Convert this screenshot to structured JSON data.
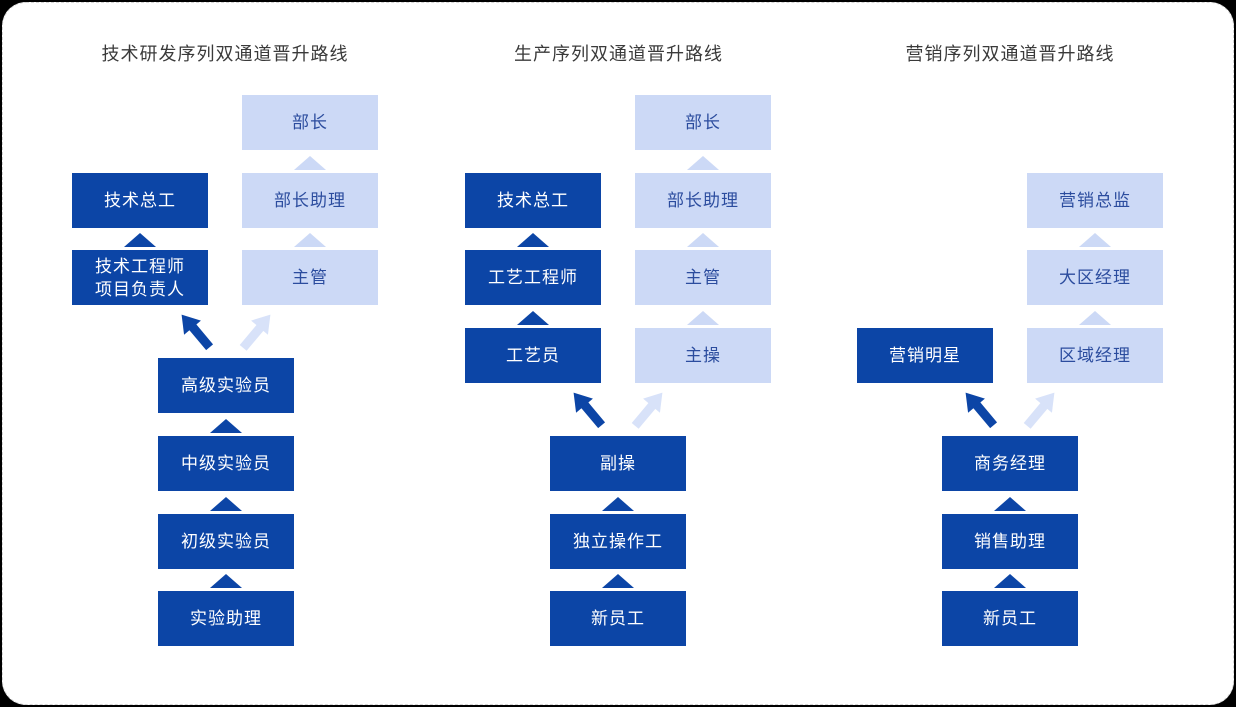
{
  "colors": {
    "dark_blue": "#0c45a6",
    "light_blue": "#ccd9f6",
    "light_text": "#2b4c9e",
    "dark_text": "#ffffff",
    "title_text": "#3a3a3a",
    "branch_light": "#d8e2f9",
    "border_color": "#d5d5d5",
    "page_bg": "#ffffff"
  },
  "columns": [
    {
      "title": "技术研发序列双通道晋升路线",
      "management_channel": [
        "部长",
        "部长助理",
        "主管"
      ],
      "professional_channel": [
        "技术总工",
        "技术工程师\n项目负责人"
      ],
      "base_ladder": [
        "高级实验员",
        "中级实验员",
        "初级实验员",
        "实验助理"
      ]
    },
    {
      "title": "生产序列双通道晋升路线",
      "management_channel": [
        "部长",
        "部长助理",
        "主管",
        "主操"
      ],
      "professional_channel": [
        "技术总工",
        "工艺工程师",
        "工艺员"
      ],
      "base_ladder": [
        "副操",
        "独立操作工",
        "新员工"
      ]
    },
    {
      "title": "营销序列双通道晋升路线",
      "management_channel": [
        "营销总监",
        "大区经理",
        "区域经理"
      ],
      "professional_channel": [
        "营销明星"
      ],
      "base_ladder": [
        "商务经理",
        "销售助理",
        "新员工"
      ]
    }
  ]
}
